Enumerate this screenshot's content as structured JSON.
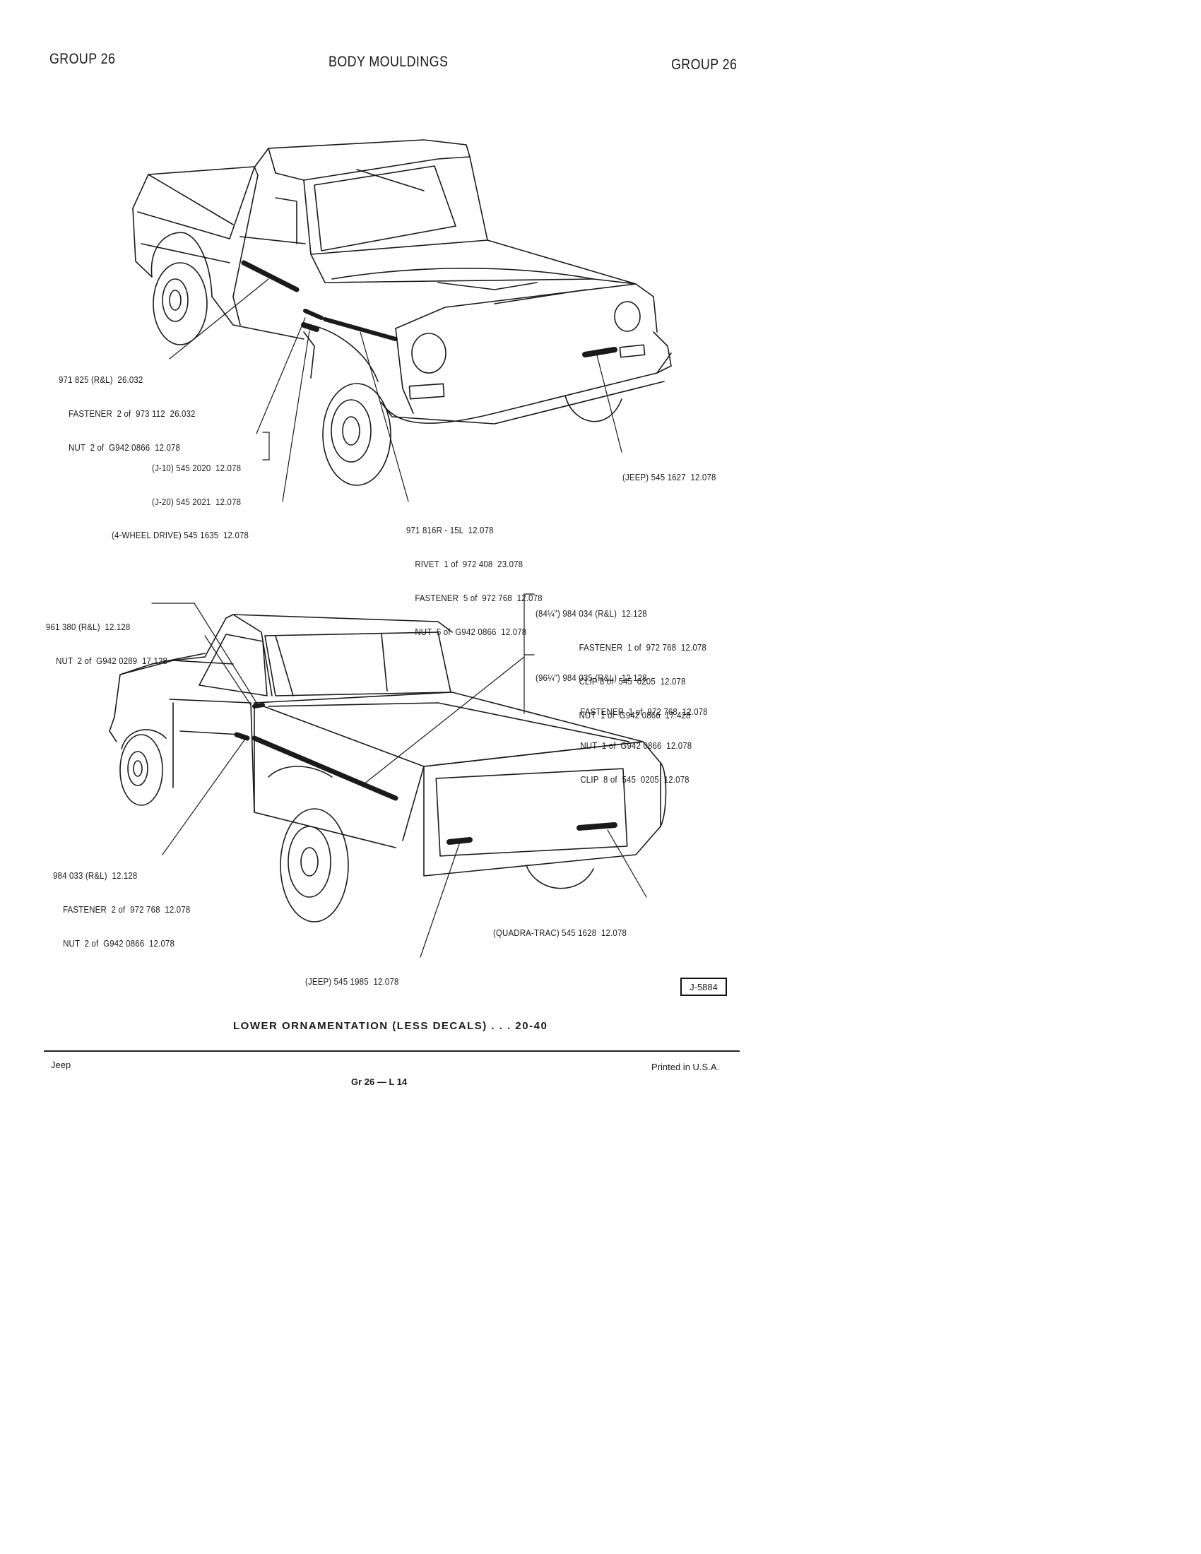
{
  "header": {
    "left": "GROUP 26",
    "center": "BODY MOULDINGS",
    "right": "GROUP 26"
  },
  "front_callouts": {
    "c1": [
      "971 825 (R&L)  26.032",
      "FASTENER  2 of  973 112  26.032",
      "NUT  2 of  G942 0866  12.078"
    ],
    "c2": [
      "(J-10) 545 2020  12.078",
      "(J-20) 545 2021  12.078"
    ],
    "c3": "(4-WHEEL DRIVE) 545 1635  12.078",
    "c4": [
      "971 816R - 15L  12.078",
      "RIVET  1 of  972 408  23.078",
      "FASTENER  5 of  972 768  12.078",
      "NUT  5 of  G942 0866  12.078"
    ],
    "c5": "(JEEP) 545 1627  12.078"
  },
  "rear_callouts": {
    "c6": [
      "961 380 (R&L)  12.128",
      "NUT  2 of  G942 0289  17.128"
    ],
    "c7": [
      "(84¼\") 984 034 (R&L)  12.128",
      "FASTENER  1 of  972 768  12.078",
      "CLIP 8 of  545  0205  12.078",
      "NUT  1 of  G942 0866  17.428"
    ],
    "c8": [
      "(96¼\") 984 035 (R&L)  12.128",
      "FASTENER  1 of  972 768  12.078",
      "NUT  1 of  G942 0866  12.078",
      "CLIP  8 of  545  0205  12.078"
    ],
    "c9": [
      "984 033 (R&L)  12.128",
      "FASTENER  2 of  972 768  12.078",
      "NUT  2 of  G942 0866  12.078"
    ],
    "c10": "(QUADRA-TRAC) 545 1628  12.078",
    "c11": "(JEEP) 545 1985  12.078"
  },
  "figure_ref": "J-5884",
  "caption": "LOWER  ORNAMENTATION  (LESS DECALS) . . . 20-40",
  "footer": {
    "left": "Jeep",
    "center": "Gr  26  —  L  14",
    "right": "Printed  in U.S.A."
  }
}
